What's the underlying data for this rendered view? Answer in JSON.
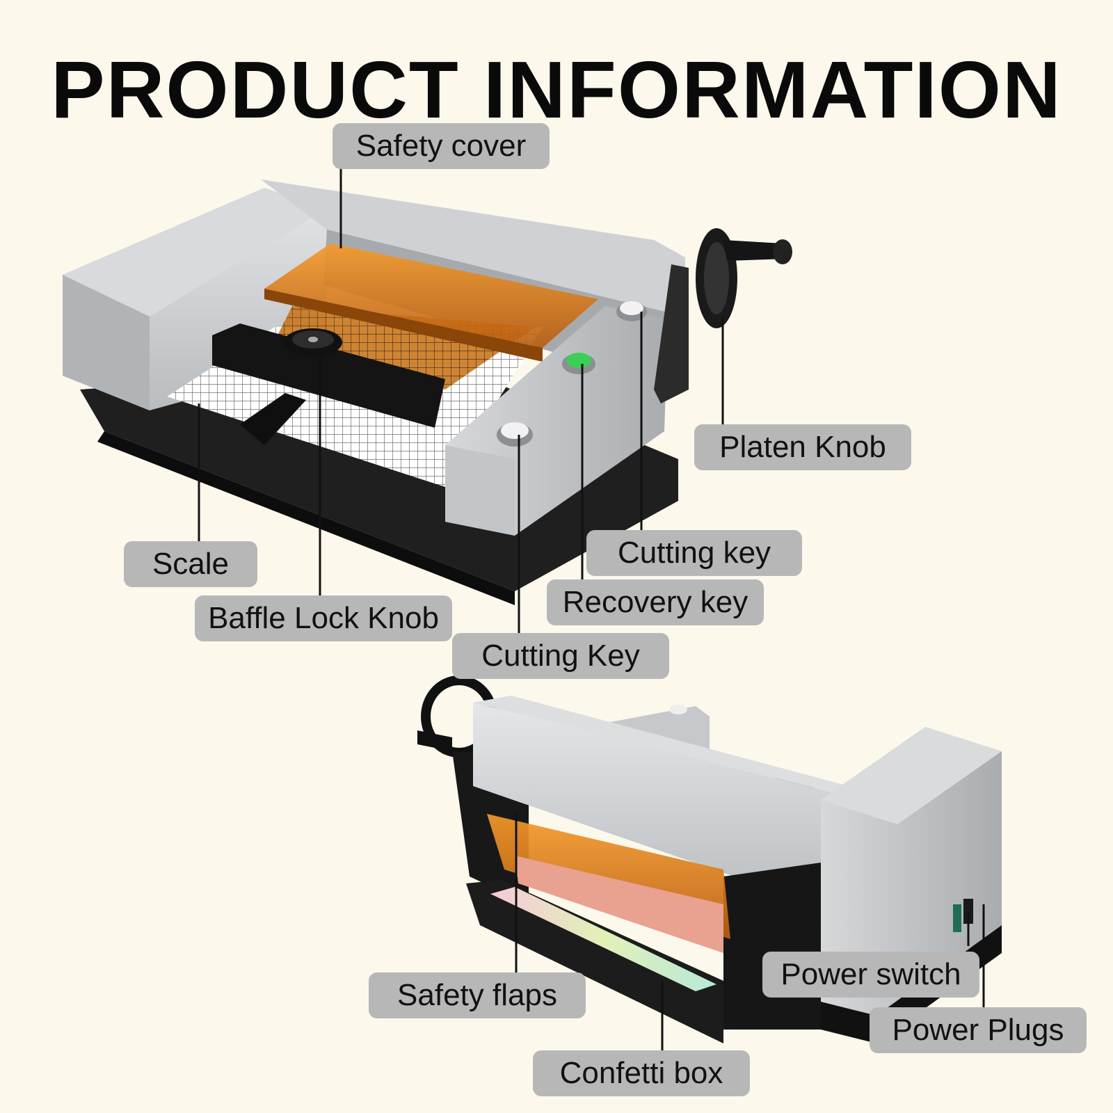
{
  "title": "PRODUCT INFORMATION",
  "labels": {
    "safety_cover": "Safety cover",
    "platen_knob": "Platen Knob",
    "cutting_key_upper": "Cutting key",
    "scale": "Scale",
    "recovery_key": "Recovery key",
    "baffle_lock_knob": "Baffle Lock Knob",
    "cutting_key_lower": "Cutting Key",
    "power_switch": "Power switch",
    "power_plugs": "Power Plugs",
    "safety_flaps": "Safety flaps",
    "confetti_box": "Confetti box"
  },
  "colors": {
    "background": "#fdf8ec",
    "label_bg": "#b7b7b7",
    "machine_body": "#c9cbcd",
    "base": "#1c1c1c",
    "cover": "#e8871c",
    "recovery_button": "#3ccf55"
  }
}
